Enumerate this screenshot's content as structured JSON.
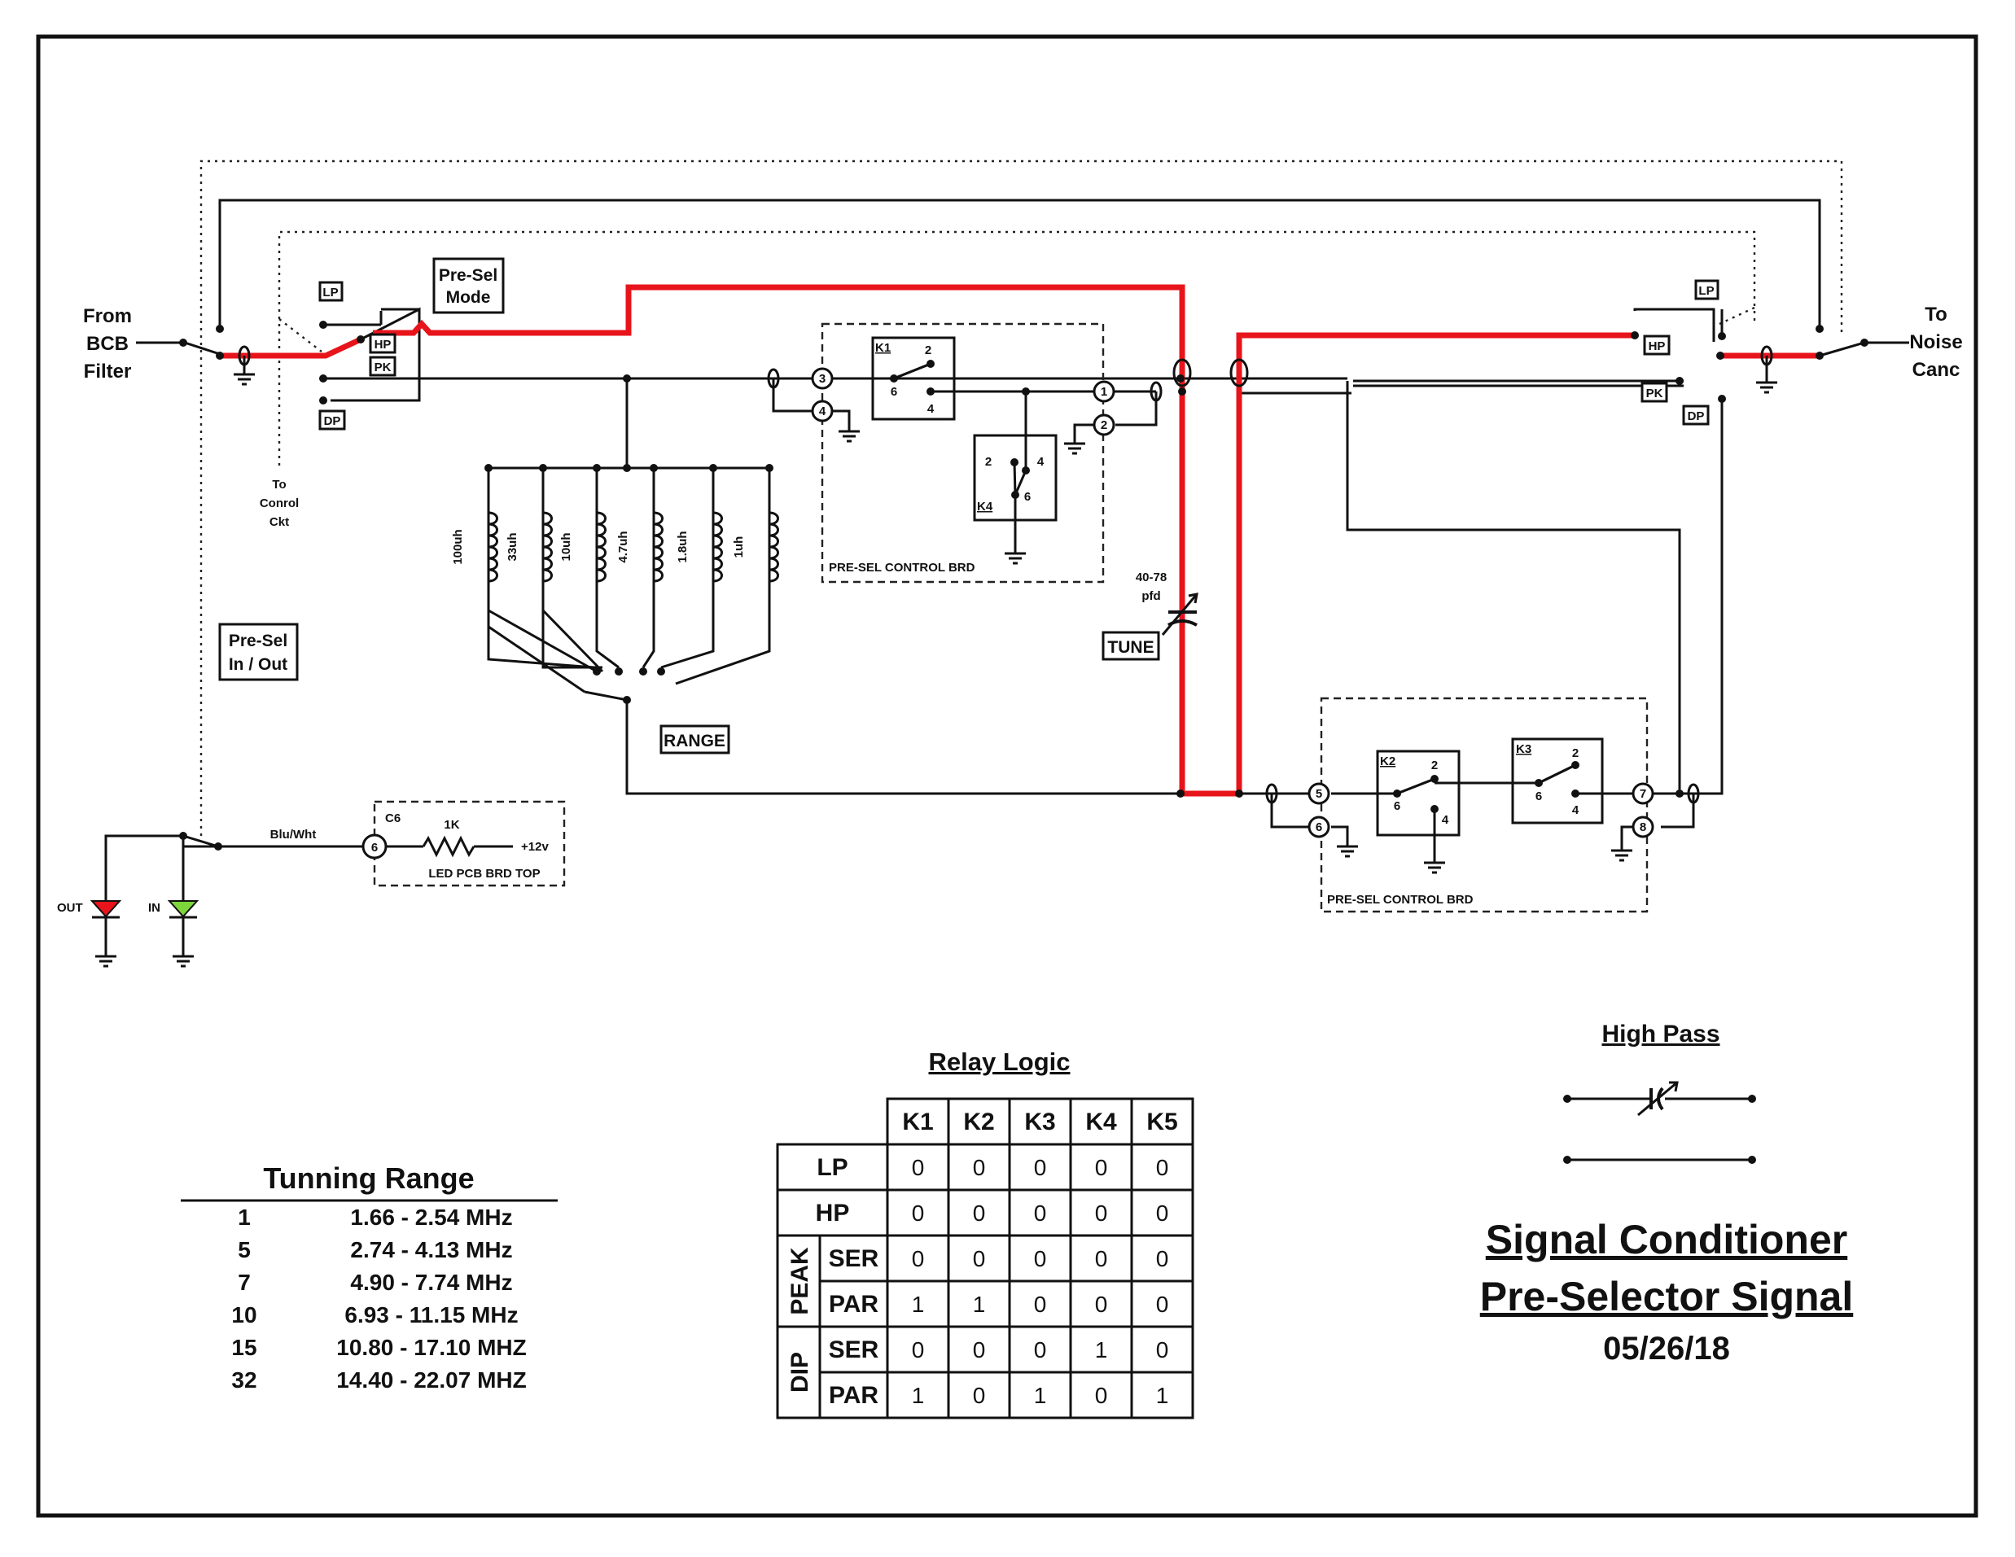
{
  "labels": {
    "from_bcb": [
      "From",
      "BCB",
      "Filter"
    ],
    "to_noise": [
      "To",
      "Noise",
      "Canc"
    ],
    "to_control": [
      "To",
      "Conrol",
      "Ckt"
    ],
    "pre_sel_mode": [
      "Pre-Sel",
      "Mode"
    ],
    "pre_sel_in_out": [
      "Pre-Sel",
      "In / Out"
    ],
    "lp": "LP",
    "hp": "HP",
    "pk": "PK",
    "dp": "DP",
    "range": "RANGE",
    "tune": "TUNE",
    "cap_value": [
      "40-78",
      "pfd"
    ],
    "control_brd": "PRE-SEL CONTROL BRD",
    "led_brd": "LED PCB BRD TOP",
    "c6": "C6",
    "resistor": "1K",
    "supply": "+12v",
    "wire_color": "Blu/Wht",
    "led_out": "OUT",
    "led_in": "IN",
    "relays": {
      "k1": "K1",
      "k2": "K2",
      "k3": "K3",
      "k4": "K4"
    },
    "pins": {
      "n1": "1",
      "n2": "2",
      "n3": "3",
      "n4": "4",
      "n5": "5",
      "n6": "6",
      "n7": "7",
      "n8": "8"
    },
    "relay_contacts": {
      "c2": "2",
      "c4": "4",
      "c6": "6"
    },
    "inductors": [
      "100uh",
      "33uh",
      "10uh",
      "4.7uh",
      "1.8uh",
      "1uh"
    ]
  },
  "relay_logic": {
    "title": "Relay Logic",
    "columns": [
      "K1",
      "K2",
      "K3",
      "K4",
      "K5"
    ],
    "groups": {
      "peak": "PEAK",
      "dip": "DIP"
    },
    "rows": [
      {
        "label": "LP",
        "values": [
          "0",
          "0",
          "0",
          "0",
          "0"
        ]
      },
      {
        "label": "HP",
        "values": [
          "0",
          "0",
          "0",
          "0",
          "0"
        ]
      },
      {
        "label": "SER",
        "values": [
          "0",
          "0",
          "0",
          "0",
          "0"
        ]
      },
      {
        "label": "PAR",
        "values": [
          "1",
          "1",
          "0",
          "0",
          "0"
        ]
      },
      {
        "label": "SER",
        "values": [
          "0",
          "0",
          "0",
          "1",
          "0"
        ]
      },
      {
        "label": "PAR",
        "values": [
          "1",
          "0",
          "1",
          "0",
          "1"
        ]
      }
    ]
  },
  "tuning_range": {
    "title": "Tunning Range",
    "rows": [
      {
        "position": "1",
        "range": "1.66 - 2.54 MHz"
      },
      {
        "position": "5",
        "range": "2.74 - 4.13 MHz"
      },
      {
        "position": "7",
        "range": "4.90 - 7.74 MHz"
      },
      {
        "position": "10",
        "range": "6.93 - 11.15 MHz"
      },
      {
        "position": "15",
        "range": "10.80 - 17.10 MHZ"
      },
      {
        "position": "32",
        "range": "14.40 - 22.07 MHZ"
      }
    ]
  },
  "legend": {
    "title": "High Pass"
  },
  "title_block": {
    "line1": "Signal Conditioner",
    "line2": "Pre-Selector Signal",
    "date": "05/26/18"
  },
  "colors": {
    "signal_path": "#e8141b",
    "wire": "#111111",
    "led_out": "#e8141b",
    "led_in": "#7cd63a"
  }
}
